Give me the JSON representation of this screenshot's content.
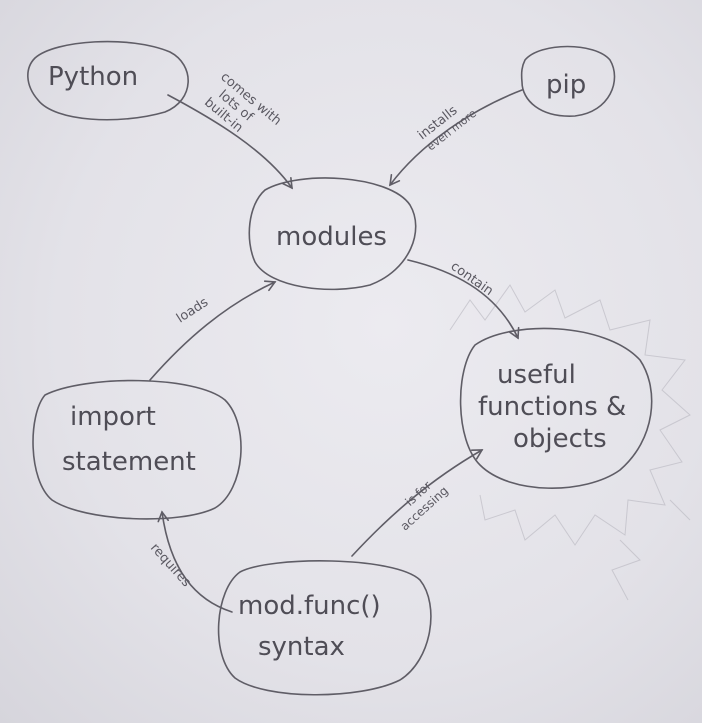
{
  "nodes": {
    "python": {
      "label": "Python"
    },
    "pip": {
      "label": "pip"
    },
    "modules": {
      "label": "modules"
    },
    "useful": {
      "lines": [
        "useful",
        "functions &",
        "objects"
      ]
    },
    "import": {
      "lines": [
        "import",
        "statement"
      ]
    },
    "syntax": {
      "lines": [
        "mod.func()",
        "syntax"
      ]
    }
  },
  "edges": {
    "python_modules": {
      "lines": [
        "comes with",
        "lots of",
        "built-in"
      ]
    },
    "pip_modules": {
      "lines": [
        "installs",
        "even more"
      ]
    },
    "modules_useful": {
      "label": "contain"
    },
    "import_modules": {
      "label": "loads"
    },
    "syntax_import": {
      "label": "requires"
    },
    "syntax_useful": {
      "lines": [
        "is for",
        "accessing"
      ]
    }
  },
  "colors": {
    "paper": "#e6e5ea",
    "pencil": "#5f5d66"
  }
}
